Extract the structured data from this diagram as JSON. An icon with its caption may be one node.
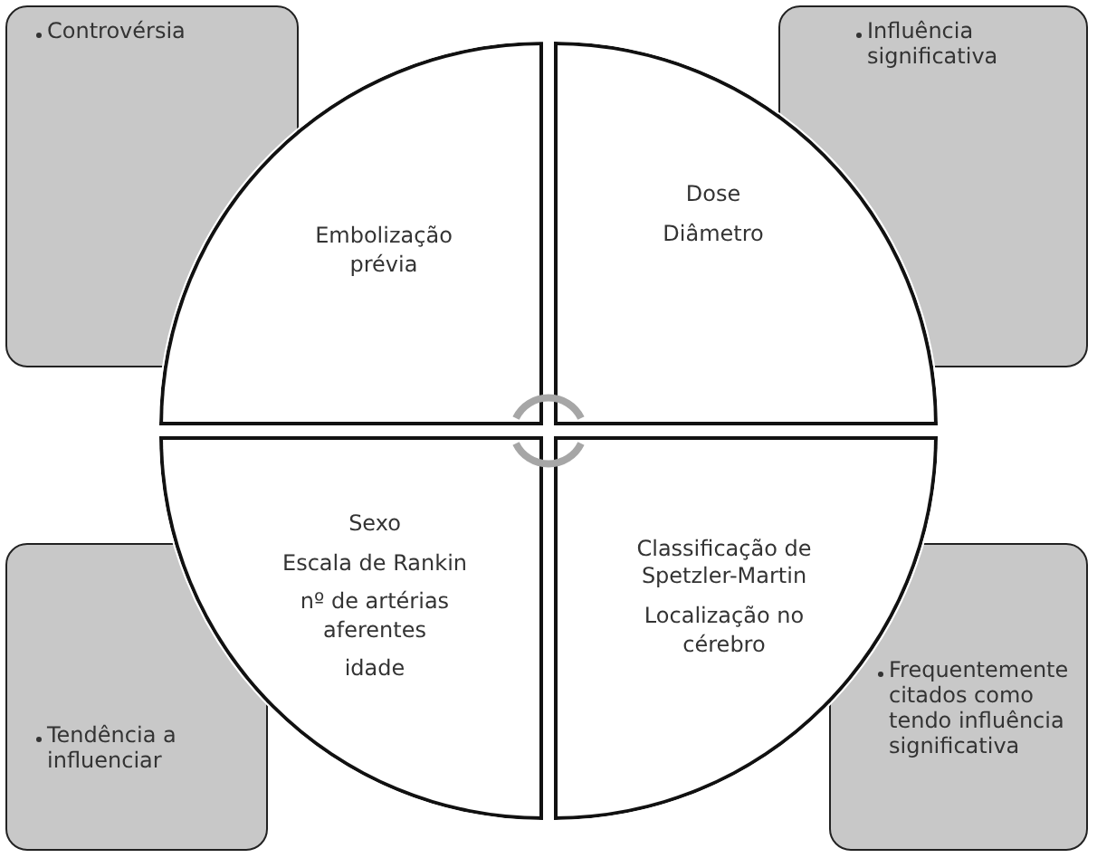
{
  "diagram": {
    "nodes": [
      {
        "text": [
          "Controvérsia"
        ]
      },
      {
        "text": [
          "Influência significativa"
        ]
      },
      {
        "text": [
          "Embolização prévia"
        ]
      },
      {
        "text": [
          "Dose",
          "Diâmetro"
        ]
      },
      {
        "text": [
          "Sexo",
          "Escala de Rankin",
          "nº de artérias aferentes",
          "idade"
        ]
      },
      {
        "text": [
          "Classificação de Spetzler-Martin",
          "Localização no cérebro"
        ]
      },
      {
        "text": [
          "Tendência a influenciar"
        ]
      },
      {
        "text": [
          "Frequentemente citados como tendo influência significativa"
        ]
      }
    ],
    "edges": []
  }
}
